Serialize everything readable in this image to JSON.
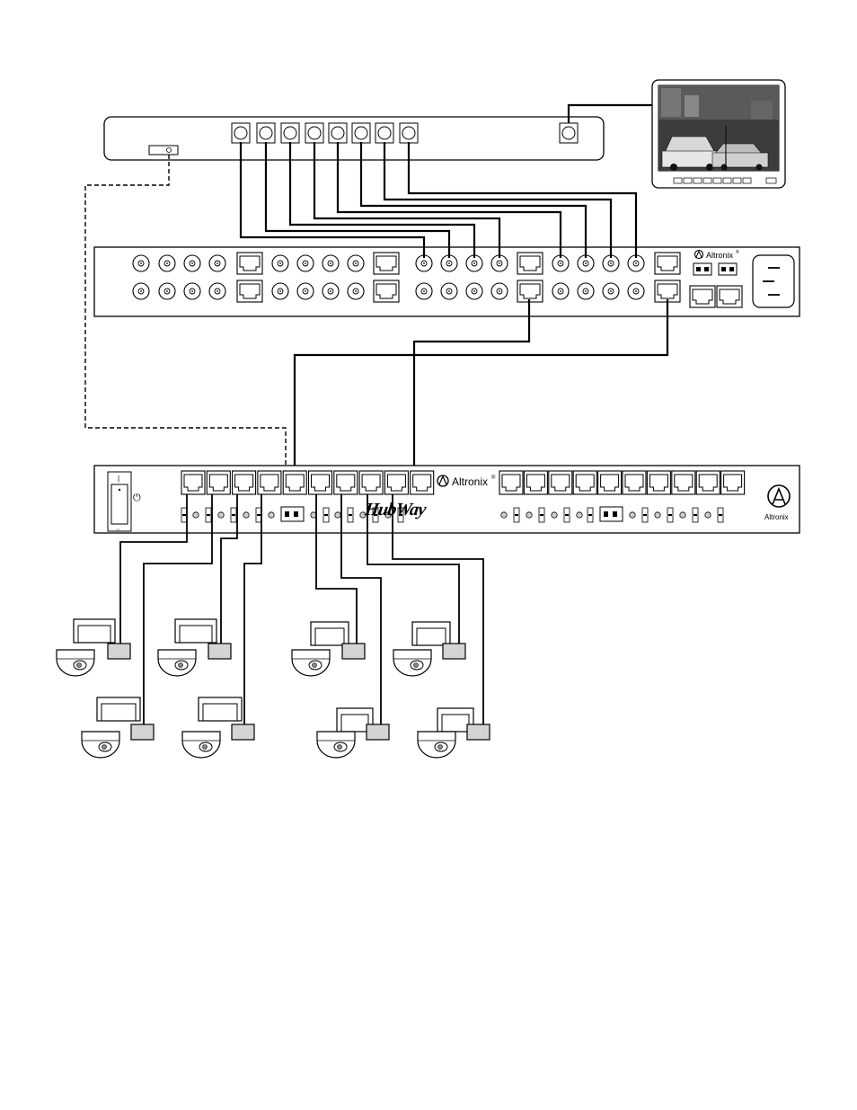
{
  "brand": {
    "name": "Altronix",
    "registered": "®",
    "product": "HubWay"
  },
  "dvr": {
    "bnc_inputs": 8,
    "monitor_outputs": 1
  },
  "transceiver": {
    "bnc_rows": 2,
    "bnc_groups": 4,
    "bnc_per_group": 4,
    "rj45_pairs": 4
  },
  "hub": {
    "left_ports": 10,
    "right_ports": 10,
    "power_glyph": "⏻",
    "on_mark": "|",
    "off_mark": "○"
  },
  "cameras": {
    "count": 8,
    "colors": {
      "line": "#000000",
      "transmitter": "#d4d4d4",
      "screen": "#2a2a2a"
    }
  }
}
